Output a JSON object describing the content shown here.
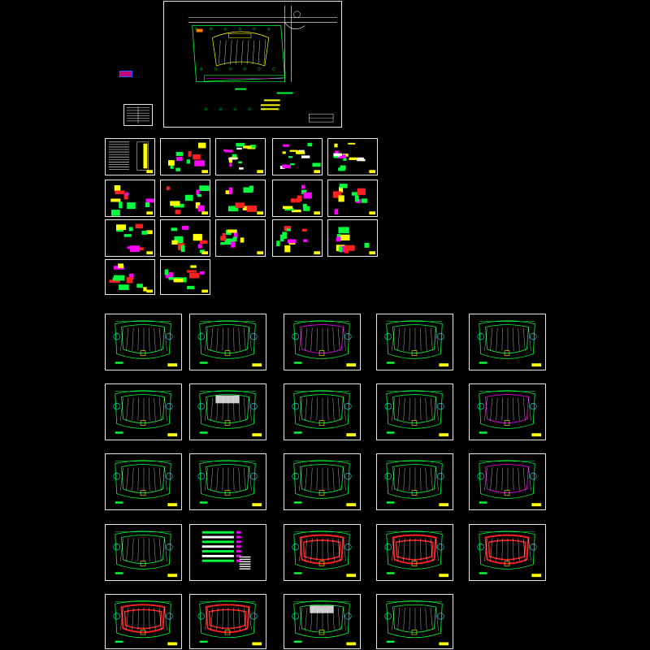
{
  "canvas": {
    "background": "#000000"
  },
  "colors": {
    "frame": "#e8e8e8",
    "green": "#00ff3c",
    "yellow": "#ffff00",
    "magenta": "#ff00ff",
    "red": "#ff2020",
    "cyan": "#00ffff",
    "white": "#ffffff",
    "blue": "#2060ff"
  },
  "site_plan": {
    "kind": "site-plan"
  },
  "small_legend": {
    "kind": "legend-box"
  },
  "detail_sheets": [
    "table-sheet",
    "detail-sheet",
    "section-sheet",
    "elevation-sheet",
    "elevation-sheet",
    "elevation-sheet",
    "elevation-sheet",
    "elevation-sheet",
    "elevation-sheet",
    "elevation-sheet",
    "elevation-sheet",
    "detail-sheet",
    "detail-sheet",
    "detail-sheet",
    "detail-sheet",
    "detail-sheet",
    "detail-sheet"
  ],
  "plan_sheets": [
    "fan-plan",
    "fan-plan",
    "fan-plan-magenta",
    "fan-plan",
    "fan-plan",
    "fan-plan",
    "fan-plan-white",
    "fan-plan",
    "fan-plan",
    "fan-plan-magenta",
    "fan-plan",
    "fan-plan",
    "fan-plan",
    "fan-plan",
    "fan-plan-magenta",
    "fan-plan",
    "schedule-sheet",
    "fan-plan-red",
    "fan-plan-red",
    "fan-plan-red",
    "fan-plan-red",
    "fan-plan-red",
    "fan-plan-white",
    "fan-plan"
  ]
}
